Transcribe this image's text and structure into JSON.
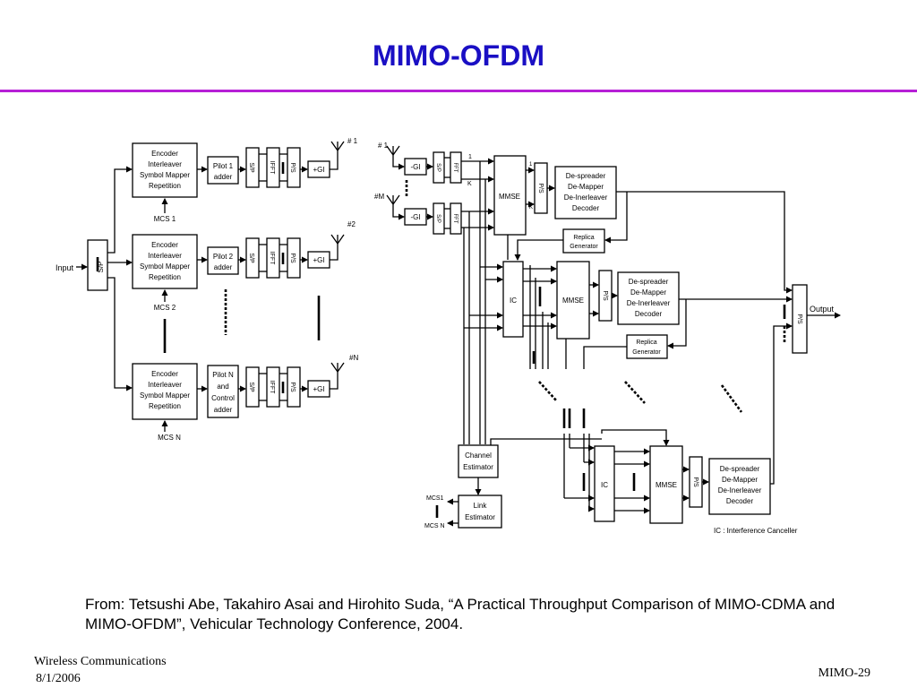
{
  "slide": {
    "title": "MIMO-OFDM",
    "citation": "From: Tetsushi Abe, Takahiro Asai and Hirohito Suda, “A Practical Throughput Comparison of MIMO-CDMA and MIMO-OFDM”, Vehicular Technology Conference, 2004.",
    "footer_left_line1": "Wireless Communications",
    "footer_left_line2": "8/1/2006",
    "footer_right": "MIMO-29"
  },
  "diagram": {
    "transmitter": {
      "input": "Input",
      "sp": "S/P",
      "encoder_lines": [
        "Encoder",
        "Interleaver",
        "Symbol Mapper",
        "Repetition"
      ],
      "mcs": [
        "MCS 1",
        "MCS 2",
        "MCS N"
      ],
      "pilot1": [
        "Pilot 1",
        "adder"
      ],
      "pilot2": [
        "Pilot 2",
        "adder"
      ],
      "pilotN": [
        "Pilot N",
        "and",
        "Control",
        "adder"
      ],
      "sp_small": "S/P",
      "ifft": "IFFT",
      "ps": "P/S",
      "gi": "+GI",
      "antennas": [
        "# 1",
        "#2",
        "#N"
      ]
    },
    "receiver": {
      "antennas": [
        "# 1",
        "#M"
      ],
      "minus_gi": "-GI",
      "sp": "S/P",
      "fft": "FFT",
      "k1": "1",
      "k": "K",
      "mmse": "MMSE",
      "ic": "IC",
      "ps": "P/S",
      "decoder_lines": [
        "De-spreader",
        "De-Mapper",
        "De-Inerleaver",
        "Decoder"
      ],
      "replica": [
        "Replica",
        "Generator"
      ],
      "output_ps": "P/S",
      "output": "Output",
      "channel_estimator": [
        "Channel",
        "Estimator"
      ],
      "link_estimator": [
        "Link",
        "Estimator"
      ],
      "mcs1": "MCS1",
      "mcsN": "MCS N",
      "ic_note": "IC : Interference Canceller"
    }
  }
}
